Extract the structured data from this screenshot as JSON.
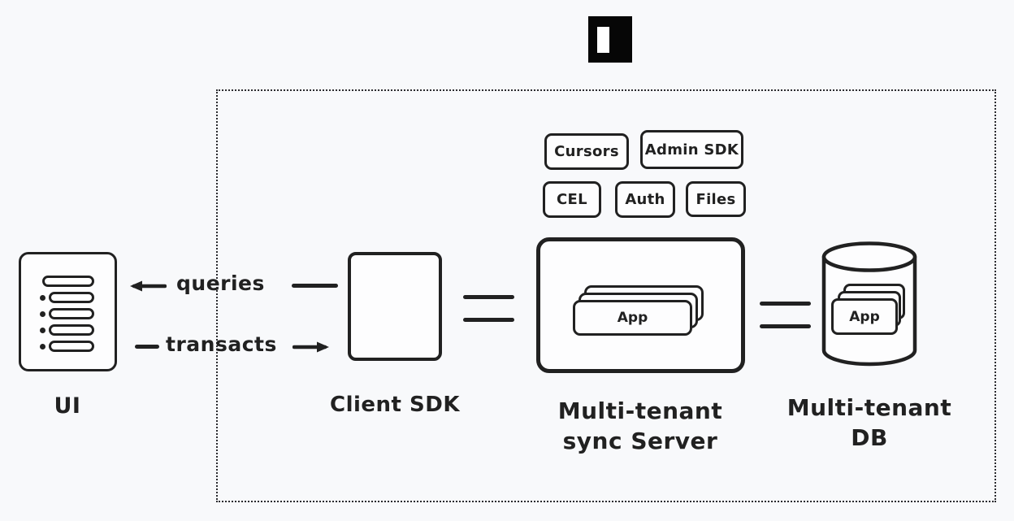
{
  "page": {
    "background_color": "#f8f9fb",
    "stroke_color": "#212121"
  },
  "logo": {
    "icon": "instant-logo"
  },
  "nodes": {
    "ui": {
      "label": "UI"
    },
    "client_sdk": {
      "label": "Client SDK"
    },
    "sync_server": {
      "label_line1": "Multi-tenant",
      "label_line2": "sync Server",
      "app_card_label": "App"
    },
    "db": {
      "label_line1": "Multi-tenant",
      "label_line2": "DB",
      "app_card_label": "App"
    }
  },
  "edges": {
    "queries_label": "queries",
    "transacts_label": "transacts"
  },
  "badges": [
    {
      "label": "Cursors"
    },
    {
      "label": "Admin SDK"
    },
    {
      "label": "CEL"
    },
    {
      "label": "Auth"
    },
    {
      "label": "Files"
    }
  ]
}
